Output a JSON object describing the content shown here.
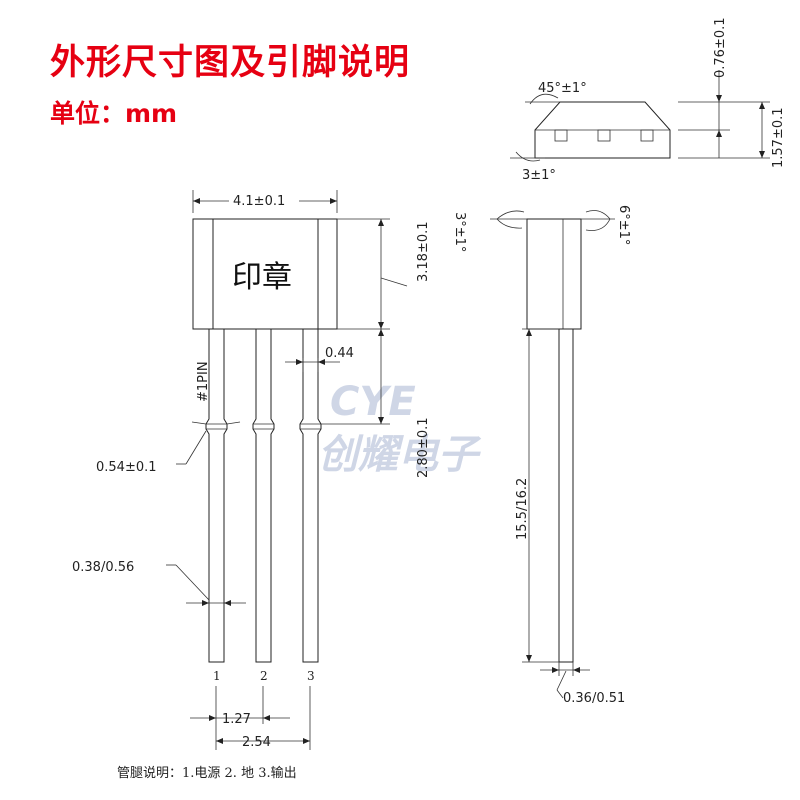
{
  "header": {
    "title": "外形尺寸图及引脚说明",
    "unit": "单位：mm"
  },
  "watermark": {
    "logo": "CYE",
    "company": "创耀电子"
  },
  "front_view": {
    "stamp_label": "印章",
    "pin1_label": "#1PIN",
    "body_width": "4.1±0.1",
    "body_height": "3.18±0.1",
    "lead_spacing": "0.44",
    "shoulder_height": "2.80±0.1",
    "shoulder_width": "0.54±0.1",
    "lead_width": "0.38/0.56",
    "pitch": "1.27",
    "span": "2.54",
    "pin_numbers": [
      "1",
      "2",
      "3"
    ]
  },
  "top_view": {
    "chamfer_angle": "45°±1°",
    "base_angle": "3±1°",
    "thickness_top": "0.76±0.1",
    "thickness_total": "1.57±0.1"
  },
  "side_view": {
    "angle_left": "3°±1°",
    "angle_right": "6°±1°",
    "lead_length": "15.5/16.2",
    "lead_thickness": "0.36/0.51"
  },
  "pin_description": "管腿说明：1.电源 2. 地 3.输出",
  "colors": {
    "title": "#e60012",
    "line": "#222222",
    "watermark": "#cfd6e6"
  }
}
